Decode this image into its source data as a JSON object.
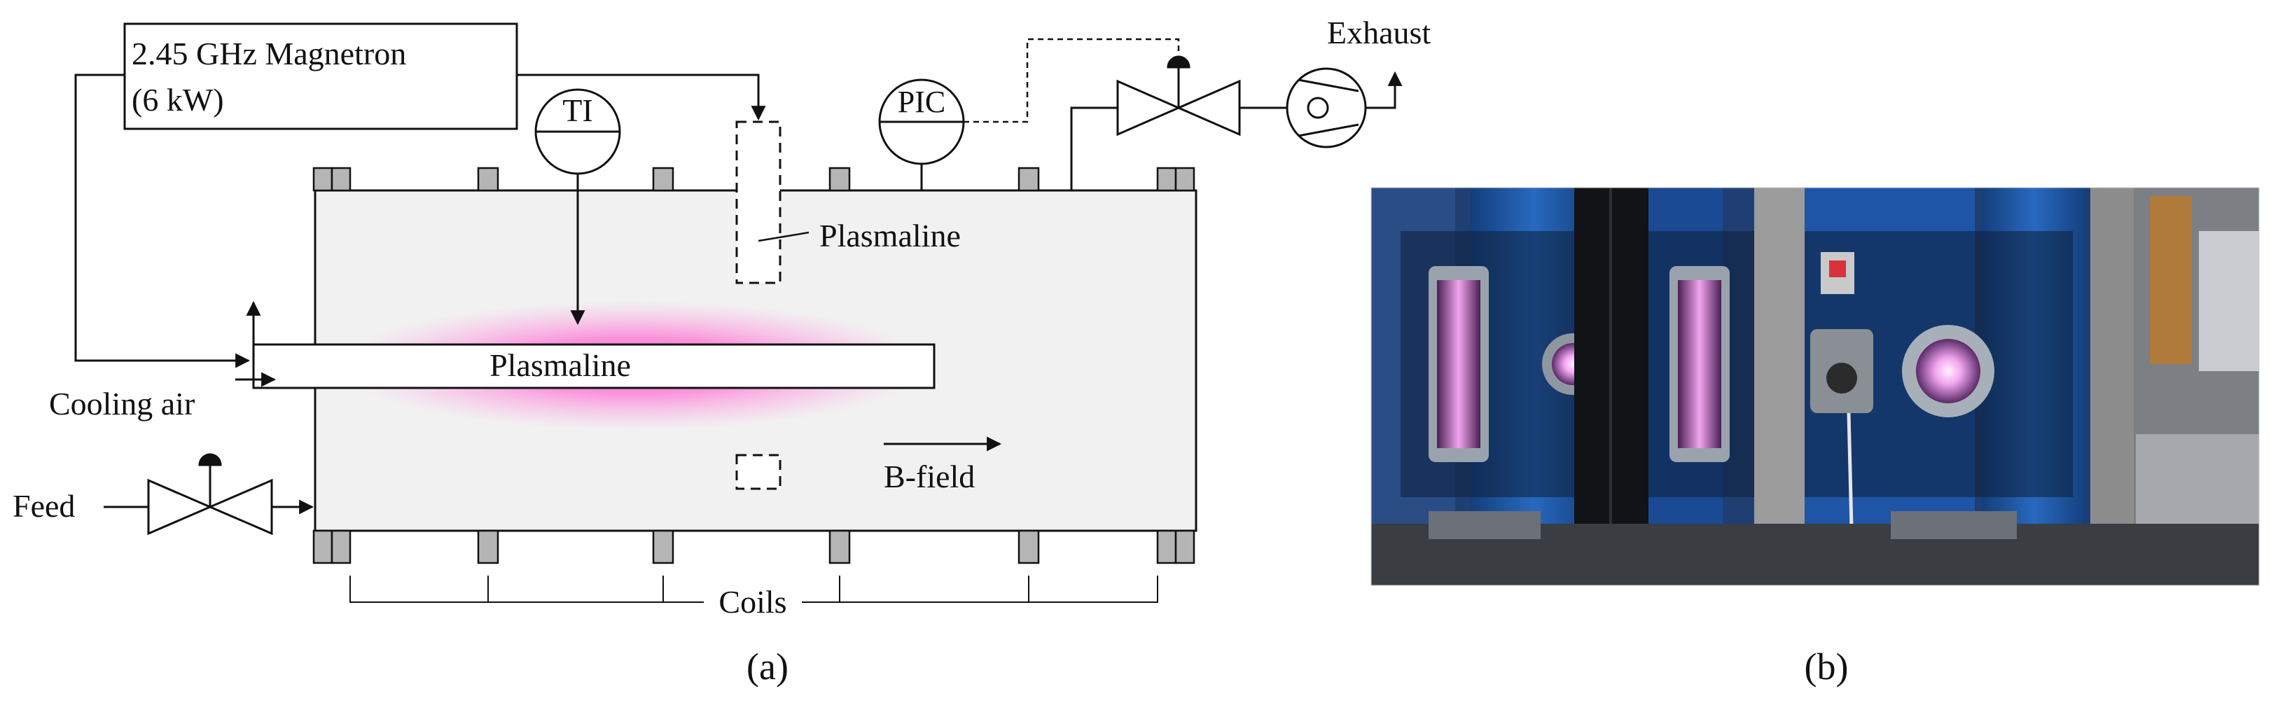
{
  "panel_a": {
    "magnetron_line1": "2.45 GHz Magnetron",
    "magnetron_line2": "(6 kW)",
    "ti": "TI",
    "pic": "PIC",
    "exhaust": "Exhaust",
    "plasmaline_vertical": "Plasmaline",
    "plasmaline_horizontal": "Plasmaline",
    "cooling_air": "Cooling air",
    "feed": "Feed",
    "b_field": "B-field",
    "coils": "Coils",
    "caption": "(a)"
  },
  "panel_b": {
    "caption": "(b)"
  },
  "colors": {
    "line": "#111111",
    "chamber_fill": "#f1f1f1",
    "coil_fill": "#b5b5b5",
    "plasma_glow": "#ff4fc8",
    "photo_blue": "#1e5aa8"
  }
}
